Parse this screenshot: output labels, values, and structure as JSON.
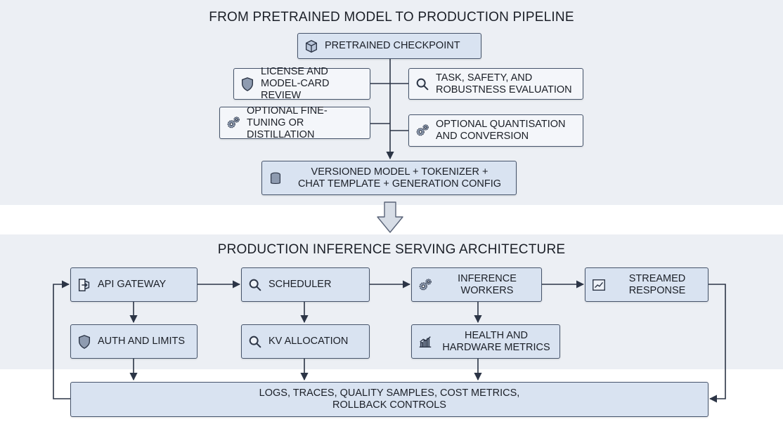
{
  "top_section": {
    "title": "FROM PRETRAINED MODEL TO PRODUCTION PIPELINE",
    "nodes": {
      "pretrained": "PRETRAINED CHECKPOINT",
      "license": "LICENSE AND\nMODEL-CARD REVIEW",
      "evaluation": "TASK, SAFETY, AND\nROBUSTNESS EVALUATION",
      "finetune": "OPTIONAL FINE-\nTUNING OR DISTILLATION",
      "quantisation": "OPTIONAL QUANTISATION\nAND CONVERSION",
      "versioned": "VERSIONED MODEL  + TOKENIZER +\nCHAT TEMPLATE + GENERATION CONFIG"
    }
  },
  "bottom_section": {
    "title": "PRODUCTION INFERENCE SERVING ARCHITECTURE",
    "nodes": {
      "api_gateway": "API GATEWAY",
      "scheduler": "SCHEDULER",
      "inference_workers": "INFERENCE\nWORKERS",
      "streamed_response": "STREAMED\nRESPONSE",
      "auth_limits": "AUTH AND LIMITS",
      "kv_allocation": "KV ALLOCATION",
      "health_metrics": "HEALTH AND\nHARDWARE METRICS",
      "logs": "LOGS, TRACES, QUALITY SAMPLES, COST METRICS,\nROLLBACK CONTROLS"
    }
  },
  "icons": {
    "pretrained": "cube-icon",
    "license": "shield-icon",
    "evaluation": "magnifier-icon",
    "finetune": "gears-icon",
    "quantisation": "gears-icon",
    "versioned": "database-icon",
    "api_gateway": "gateway-icon",
    "scheduler": "magnifier-icon",
    "inference_workers": "gears-icon",
    "streamed_response": "line-chart-icon",
    "auth_limits": "shield-icon",
    "kv_allocation": "magnifier-icon",
    "health_metrics": "bar-chart-icon"
  },
  "colors": {
    "section_band": "#eceff4",
    "box_fill": "#d9e3f1",
    "box_border": "#46546b",
    "connector": "#2c3546",
    "transition_arrow": "#d7dde6"
  }
}
